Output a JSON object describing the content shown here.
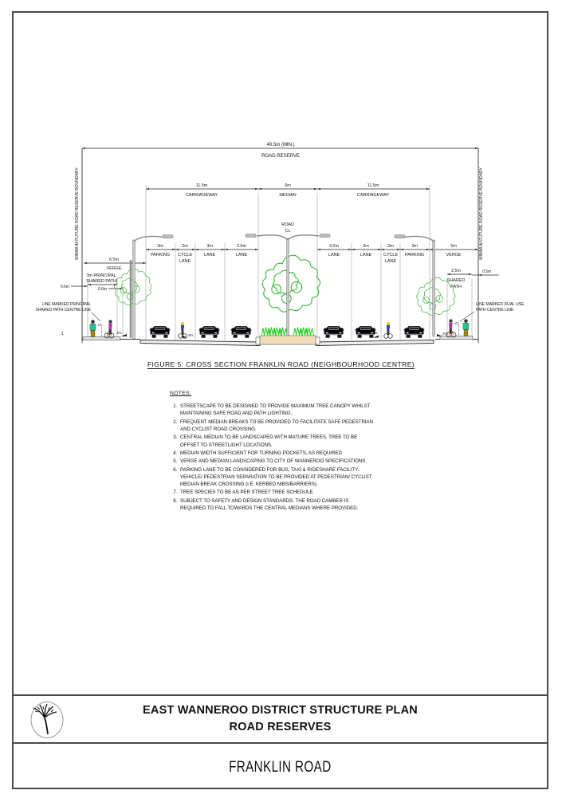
{
  "sheet": {
    "caption": "FIGURE 5: CROSS SECTION FRANKLIN ROAD (NEIGHBOURHOOD CENTRE)",
    "notes_heading": "NOTES:",
    "notes": [
      "STREETSCAPE TO BE DESIGNED TO PROVIDE MAXIMUM TREE CANOPY WHILST MAINTAINING SAFE ROAD AND PATH LIGHTING..",
      "FREQUENT MEDIAN BREAKS TO BE PROVIDED TO FACILITATE SAFE PEDESTRIAN AND CYCLIST ROAD CROSSING.",
      "CENTRAL MEDIAN TO BE LANDSCAPED WITH MATURE TREES, TREE TO BE OFFSET TO STREETLIGHT LOCATIONS.",
      "MEDIAN WIDTH SUFFICIENT FOR TURNING POCKETS, AS REQUIRED",
      "VERGE AND MEDIAN LANDSCAPING TO CITY OF WANNEROO SPECIFICATIONS.",
      "PARKING LANE TO BE CONSIDERED FOR BUS, TAXI & RIDESHARE FACILITY. VEHICLE/ PEDESTRIAN SEPARATION TO BE PROVIDED AT PEDESTRIAN/ CYCLIST MEDIAN BREAK CROSSING (I.E. KERBED NIBS/BARRIERS).",
      "TREE SPECIES TO BE AS PER STREET TREE SCHEDULE.",
      "SUBJECT TO SAFETY AND DESIGN STANDARDS, THE ROAD CAMBER IS REQUIRED TO FALL TOWARDS THE CENTRAL MEDIANS WHERE PROVIDED."
    ],
    "title_line1": "EAST WANNEROO DISTRICT STRUCTURE PLAN",
    "title_line2": "ROAD RESERVES",
    "subtitle": "FRANKLIN ROAD"
  },
  "diagram": {
    "overall_dim": "40.5m (MIN.)",
    "overall_label": "ROAD RESERVE",
    "boundary_left": "MINIMUM FUTURE ROAD RESERVE BOUNDARY",
    "boundary_right": "MINIMUM FUTURE ROAD RESERVE BOUNDARY",
    "carriageway_left": {
      "dim": "11.5m",
      "label": "CARRIAGEWAY"
    },
    "median": {
      "dim": "6m",
      "label": "MEDIAN"
    },
    "carriageway_right": {
      "dim": "11.5m",
      "label": "CARRIAGEWAY"
    },
    "road_cl": {
      "line1": "ROAD",
      "line2": "CL"
    },
    "verge_left": {
      "dim": "6.5m",
      "label": "VERGE"
    },
    "verge_right": {
      "dim": "5m",
      "label": "VERGE"
    },
    "lanes_left": [
      {
        "dim": "3m",
        "line1": "PARKING",
        "line2": ""
      },
      {
        "dim": "2m",
        "line1": "CYCLE",
        "line2": "LANE"
      },
      {
        "dim": "3m",
        "line1": "LANE",
        "line2": ""
      },
      {
        "dim": "3.5m",
        "line1": "LANE",
        "line2": ""
      }
    ],
    "lanes_right": [
      {
        "dim": "3.5m",
        "line1": "LANE",
        "line2": ""
      },
      {
        "dim": "3m",
        "line1": "LANE",
        "line2": ""
      },
      {
        "dim": "2m",
        "line1": "CYCLE",
        "line2": "LANE"
      },
      {
        "dim": "3m",
        "line1": "PARKING",
        "line2": ""
      }
    ],
    "shared_path_left": {
      "dim_line1": "3m PRINCIPAL",
      "dim_line2": "SHARED PATH",
      "offset_outer": "0.6m",
      "offset_inner": "0.6m",
      "cl": "CL",
      "note_line1": "LINE MARKED PRINCIPAL",
      "note_line2": "SHARED PATH CENTRE LINE",
      "footnote": "1"
    },
    "shared_path_right": {
      "dim": "2.5m",
      "label_line1": "SHARED",
      "label_line2": "PATH",
      "offset": "0.5m",
      "cl": "CL",
      "note_line1": "LINE MARKED DUAL USE",
      "note_line2": "PATH CENTRE LINE"
    },
    "slopes": {
      "verge_left": "2%",
      "road_left": "3%",
      "road_right": "3%",
      "verge_right": "2%"
    },
    "colors": {
      "car_blue": "#1414cc",
      "car_red": "#cc1414",
      "tree_green": "#3bb53b",
      "grass_green": "#1ecc1e",
      "median_tan": "#f6e3c3",
      "cyclist_magenta": "#cc22cc",
      "pedestrian_teal": "#2fbf8f",
      "pedestrian_olive": "#a08a10",
      "helmet_yellow": "#e6c800"
    }
  }
}
